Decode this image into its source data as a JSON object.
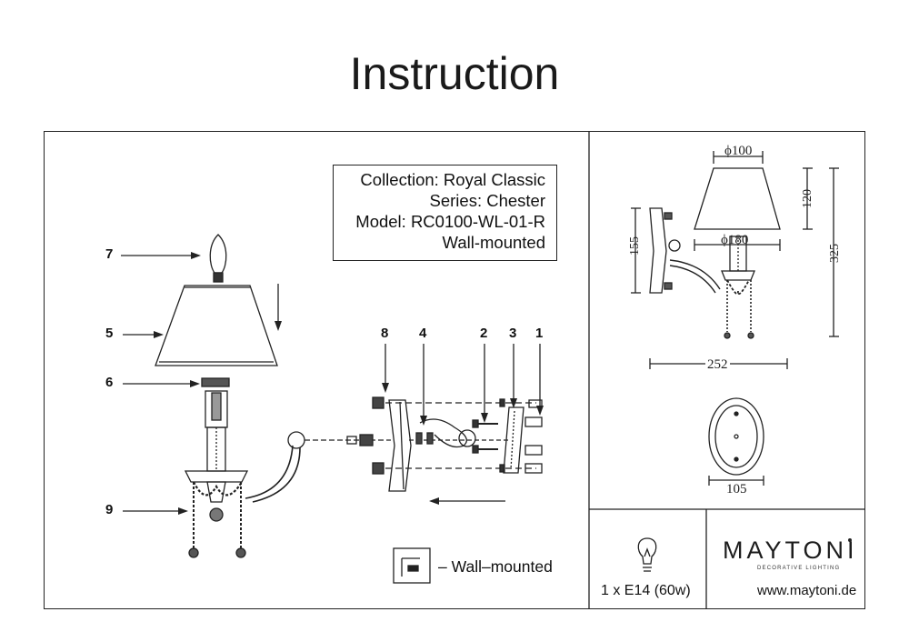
{
  "title": "Instruction",
  "info": {
    "collection": "Collection: Royal Classic",
    "series": "Series: Chester",
    "model": "Model: RC0100-WL-01-R",
    "mount": "Wall-mounted"
  },
  "callouts": {
    "c7": "7",
    "c5": "5",
    "c6": "6",
    "c9": "9",
    "c8": "8",
    "c4": "4",
    "c2": "2",
    "c3": "3",
    "c1": "1"
  },
  "legend": {
    "wall_mounted": "– Wall–mounted"
  },
  "dimensions": {
    "shade_top": "ϕ100",
    "shade_bottom": "ϕ180",
    "height_shade": "120",
    "height_total": "325",
    "backplate_height": "155",
    "depth": "252",
    "plate_width": "105"
  },
  "lamp": {
    "spec": "1 x E14 (60w)",
    "icon": "light-bulb-icon"
  },
  "brand": {
    "name": "MAYTONI",
    "tagline": "DECORATIVE LIGHTING",
    "website": "www.maytoni.de"
  }
}
